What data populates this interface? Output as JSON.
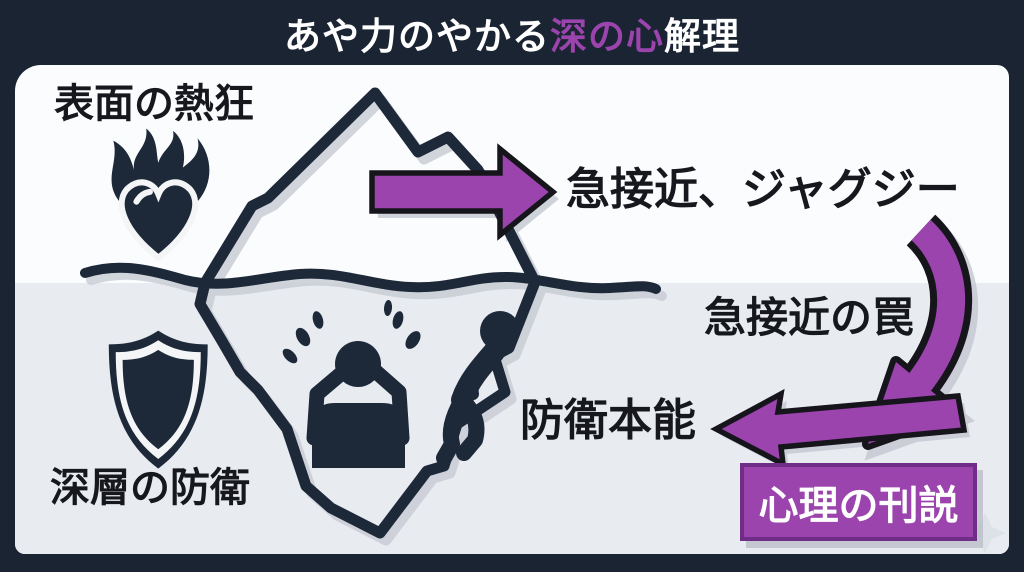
{
  "title": {
    "part1": "あや力のやかる",
    "part2": "深の心",
    "part3": "解理"
  },
  "labels": {
    "surface": "表面の熱狂",
    "deep": "深層の防衛",
    "approach": "急接近、ジャグジー",
    "trap": "急接近の罠",
    "instinct": "防衛本能",
    "explanation": "心理の刊説"
  },
  "icons": [
    "flaming-heart-icon",
    "shield-icon",
    "stressed-person-icon",
    "recoiling-person-icon",
    "iceberg-outline",
    "waterline",
    "sparkle-icon"
  ],
  "arrows": [
    {
      "name": "arrow-right",
      "direction": "right"
    },
    {
      "name": "arrow-curved",
      "direction": "down-left"
    },
    {
      "name": "arrow-left",
      "direction": "left"
    }
  ],
  "colors": {
    "background_navy": "#1a2433",
    "panel_white": "#fbfcfe",
    "underwater_gray": "#e8ebf0",
    "accent_purple": "#9c44ad",
    "outline_black": "#15151b",
    "icon_navy": "#1d2939",
    "text_dark": "#16181d",
    "box_border_purple": "#6f2d88",
    "shadow_gray": "#c7cbd3"
  }
}
